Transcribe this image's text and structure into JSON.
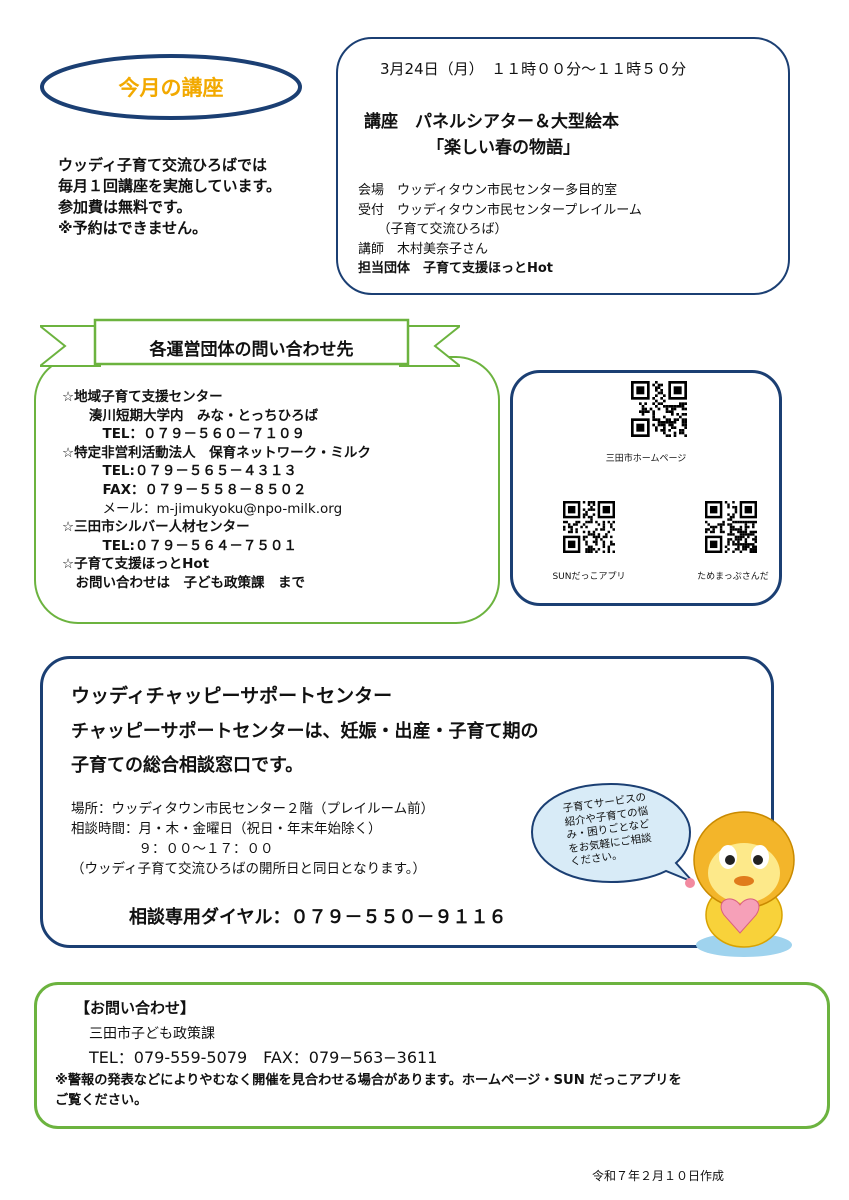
{
  "lecture_badge": {
    "title": "今月の講座"
  },
  "intro": {
    "lines": [
      "ウッディ子育て交流ひろばでは",
      "毎月１回講座を実施しています。",
      "参加費は無料です。",
      "※予約はできません。"
    ]
  },
  "event": {
    "datetime": "3月24日（月）　１１時００分～１１時５０分",
    "title_line1": "講座　パネルシアター＆大型絵本",
    "title_line2": "「楽しい春の物語」",
    "details": [
      "会場　ウッディタウン市民センター多目的室",
      "受付　ウッディタウン市民センタープレイルーム",
      "　　（子育て交流ひろば）",
      "講師　木村美奈子さん"
    ],
    "organizer": "担当団体　子育て支援ほっとHot"
  },
  "contacts": {
    "banner": "各運営団体の問い合わせ先",
    "lines": [
      "☆地域子育て支援センター",
      "　　湊川短期大学内　みな・とっちひろば",
      "　　　TEL：０７９－５６０－７１０９",
      "☆特定非営利活動法人　保育ネットワーク・ミルク",
      "　　　TEL:０７９－５６５－４３１３",
      "　　　FAX：０７９－５５８－８５０２",
      "　　　メール：m-jimukyoku@npo-milk.org",
      "☆三田市シルバー人材センター",
      "　　　TEL:０７９－５６４－７５０１",
      "☆子育て支援ほっとHot",
      "　お問い合わせは　子ども政策課　まで"
    ]
  },
  "qr": {
    "homepage": "三田市ホームページ",
    "sun_app": "SUNだっこアプリ",
    "tamemap": "ためまっぷさんだ"
  },
  "support": {
    "title": "ウッディチャッピーサポートセンター",
    "lead1": "チャッピーサポートセンターは、妊娠・出産・子育て期の",
    "lead2": "子育ての総合相談窓口です。",
    "details": [
      "場所：ウッディタウン市民センター２階（プレイルーム前）",
      "相談時間：月・木・金曜日（祝日・年末年始除く）",
      "　　　　　９：００～１７：００",
      "（ウッディ子育て交流ひろばの開所日と同日となります。）"
    ],
    "dial": "相談専用ダイヤル：０７９－５５０－９１１６",
    "bubble": [
      "子育てサービスの",
      "紹介や子育ての悩",
      "み・困りごとなど",
      "をお気軽にご相談",
      "ください。"
    ]
  },
  "inquiry": {
    "heading": "【お問い合わせ】",
    "dept": "三田市子ども政策課",
    "phone": "TEL：079-559-5079　FAX：079−563−3611",
    "note1": "※警報の発表などによりやむなく開催を見合わせる場合があります。ホームページ・SUN だっこアプリを",
    "note2": "ご覧ください。"
  },
  "footer": {
    "created": "令和７年２月１０日作成"
  },
  "colors": {
    "navy": "#1b3f73",
    "green": "#6cb33f",
    "orange": "#f2a900"
  }
}
